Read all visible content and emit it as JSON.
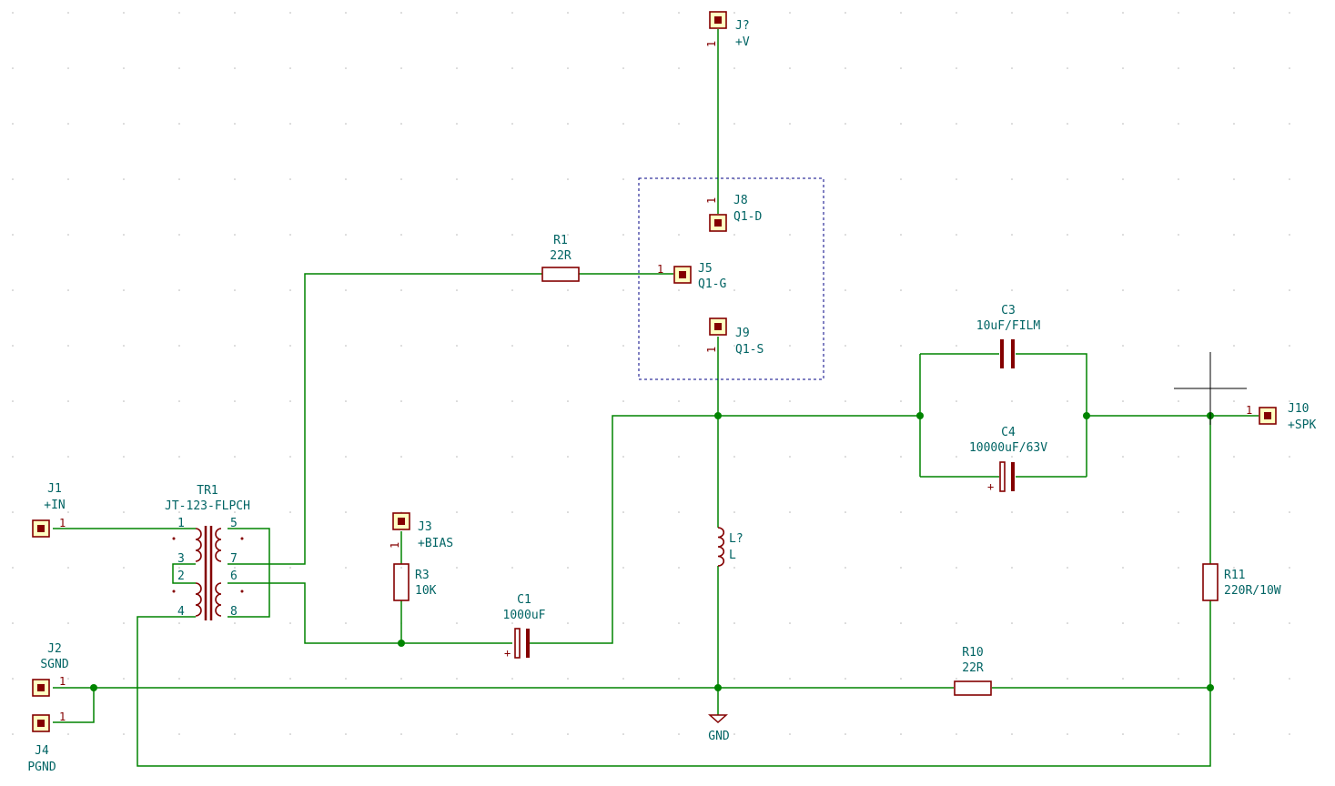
{
  "components": {
    "j_top": {
      "ref": "J?",
      "value": "+V",
      "pin": "1"
    },
    "j8": {
      "ref": "J8",
      "value": "Q1-D",
      "pin": "1"
    },
    "j5": {
      "ref": "J5",
      "value": "Q1-G",
      "pin": "1"
    },
    "j9": {
      "ref": "J9",
      "value": "Q1-S",
      "pin": "1"
    },
    "r1": {
      "ref": "R1",
      "value": "22R"
    },
    "c3": {
      "ref": "C3",
      "value": "10uF/FILM"
    },
    "c4": {
      "ref": "C4",
      "value": "10000uF/63V",
      "polarity": "+"
    },
    "j10": {
      "ref": "J10",
      "value": "+SPK",
      "pin": "1"
    },
    "j1": {
      "ref": "J1",
      "value": "+IN",
      "pin": "1"
    },
    "tr1": {
      "ref": "TR1",
      "value": "JT-123-FLPCH",
      "pins": [
        "1",
        "3",
        "2",
        "4",
        "5",
        "7",
        "6",
        "8"
      ]
    },
    "j3": {
      "ref": "J3",
      "value": "+BIAS",
      "pin": "1"
    },
    "r3": {
      "ref": "R3",
      "value": "10K"
    },
    "l1": {
      "ref": "L?",
      "value": "L"
    },
    "r11": {
      "ref": "R11",
      "value": "220R/10W"
    },
    "c1": {
      "ref": "C1",
      "value": "1000uF",
      "polarity": "+"
    },
    "j2": {
      "ref": "J2",
      "value": "SGND",
      "pin": "1"
    },
    "j4": {
      "ref": "J4",
      "value": "PGND",
      "pin": "1"
    },
    "r10": {
      "ref": "R10",
      "value": "22R"
    },
    "gnd": {
      "label": "GND"
    }
  },
  "colors": {
    "wire": "#008400",
    "component": "#840000",
    "text": "#006464",
    "box": "#000084",
    "background": "#ffffff"
  }
}
